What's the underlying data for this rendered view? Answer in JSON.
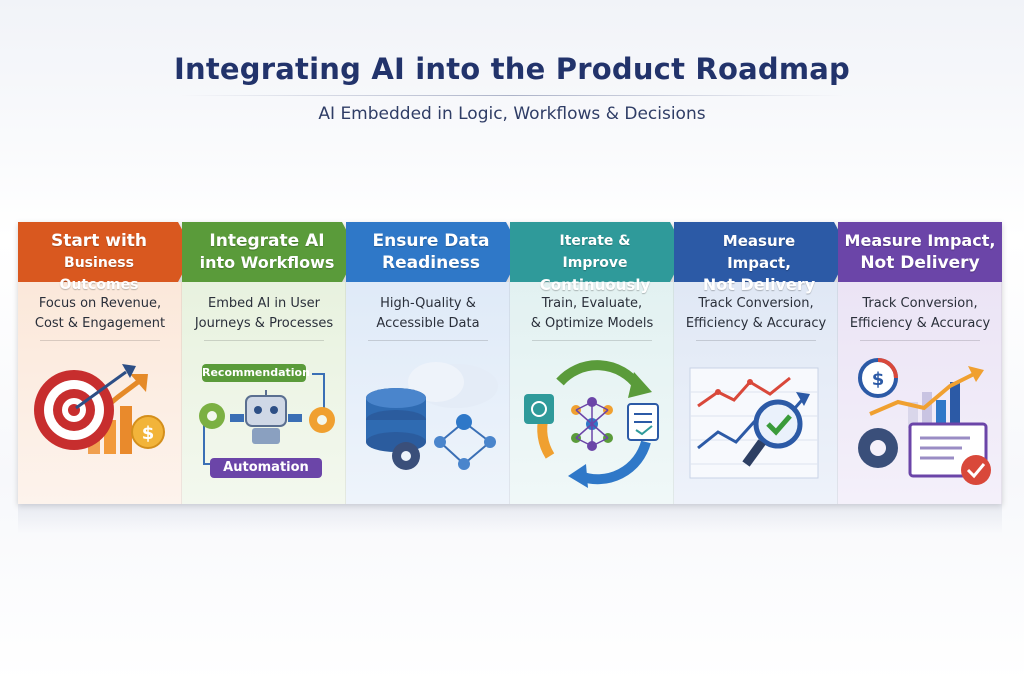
{
  "title": "Integrating AI into the Product Roadmap",
  "subtitle": "AI Embedded in Logic, Workflows & Decisions",
  "columns": [
    {
      "header_line1": "Start with",
      "header_line2": "Business Outcomes",
      "desc_line1": "Focus on Revenue,",
      "desc_line2": "Cost & Engagement",
      "color": "#d9581f",
      "icon": "target-growth-icon"
    },
    {
      "header_line1": "Integrate AI",
      "header_line2": "into Workflows",
      "desc_line1": "Embed AI in User",
      "desc_line2": "Journeys & Processes",
      "color": "#5a9b3a",
      "icon": "robot-workflow-icon",
      "pill_top": "Recommendation",
      "pill_bottom": "Automation"
    },
    {
      "header_line1": "Ensure Data",
      "header_line2": "Readiness",
      "desc_line1": "High-Quality &",
      "desc_line2": "Accessible Data",
      "color": "#2f78c8",
      "icon": "database-cloud-icon"
    },
    {
      "header_line1": "Iterate & Improve",
      "header_line2": "Continuously",
      "desc_line1": "Train, Evaluate,",
      "desc_line2": "& Optimize Models",
      "color": "#2f9a9a",
      "icon": "cycle-network-icon"
    },
    {
      "header_line1": "Measure Impact,",
      "header_line2": "Not Delivery",
      "desc_line1": "Track Conversion,",
      "desc_line2": "Efficiency & Accuracy",
      "color": "#2c5aa6",
      "icon": "chart-magnifier-icon"
    },
    {
      "header_line1": "Measure Impact,",
      "header_line2": "Not Delivery",
      "desc_line1": "Track Conversion,",
      "desc_line2": "Efficiency & Accuracy",
      "color": "#6b45a8",
      "icon": "dashboard-gear-icon"
    }
  ]
}
